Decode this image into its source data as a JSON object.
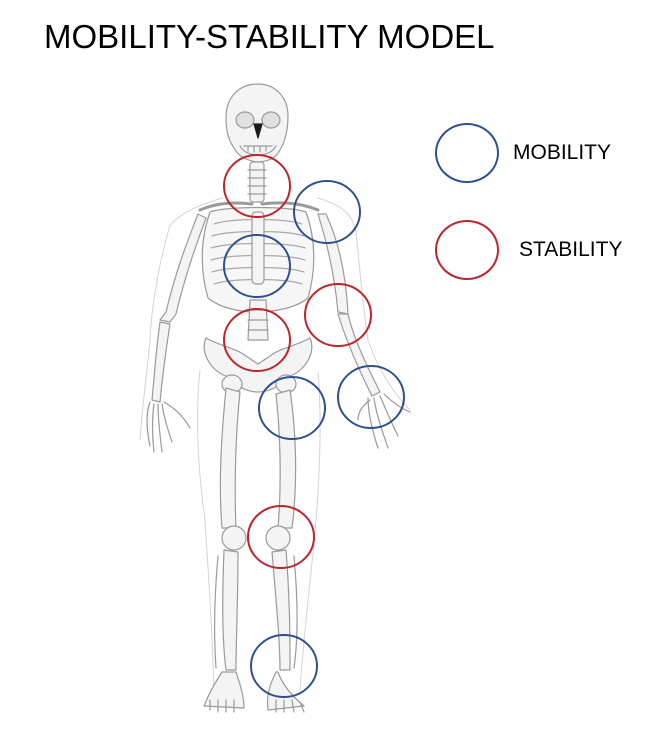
{
  "title": "MOBILITY-STABILITY MODEL",
  "colors": {
    "mobility": "#2f4f8f",
    "stability": "#c0242b",
    "bone_stroke": "#9a9a9a",
    "bone_fill": "#f4f4f4"
  },
  "legend": {
    "mobility_label": "MOBILITY",
    "stability_label": "STABILITY"
  },
  "joints": [
    {
      "joint": "cervical-spine",
      "type": "stability"
    },
    {
      "joint": "shoulder",
      "type": "mobility"
    },
    {
      "joint": "thoracic-spine",
      "type": "mobility"
    },
    {
      "joint": "elbow",
      "type": "stability"
    },
    {
      "joint": "lumbar-spine",
      "type": "stability"
    },
    {
      "joint": "wrist",
      "type": "mobility"
    },
    {
      "joint": "hip",
      "type": "mobility"
    },
    {
      "joint": "knee",
      "type": "stability"
    },
    {
      "joint": "ankle",
      "type": "mobility"
    }
  ]
}
